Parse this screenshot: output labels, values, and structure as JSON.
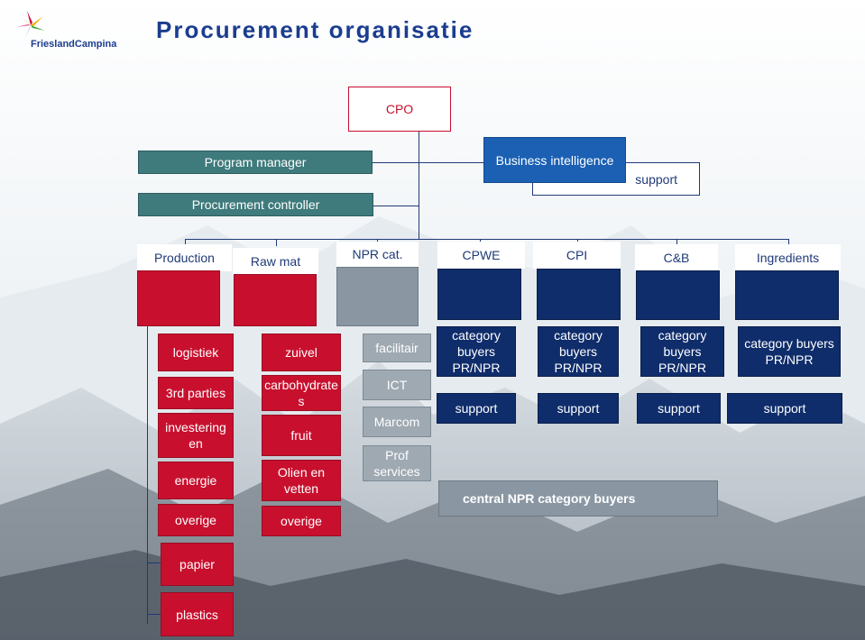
{
  "title": "Procurement organisatie",
  "logo": {
    "text": "FrieslandCampina",
    "colors": [
      "#c8102e",
      "#1b60b3",
      "#f2a900",
      "#3aa935"
    ]
  },
  "top": {
    "cpo": "CPO",
    "program_manager": "Program manager",
    "procurement_controller": "Procurement controller",
    "business_intelligence": "Business intelligence",
    "support": "support"
  },
  "categories": [
    "Production",
    "Raw mat",
    "NPR cat.",
    "CPWE",
    "CPI",
    "C&B",
    "Ingredients"
  ],
  "production": [
    "logistiek",
    "3rd parties",
    "investering en",
    "energie",
    "overige",
    "papier",
    "plastics"
  ],
  "rawmat": [
    "zuivel",
    "carbohydrate s",
    "fruit",
    "Olien en vetten",
    "overige"
  ],
  "npr": [
    "facilitair",
    "ICT",
    "Marcom",
    "Prof services"
  ],
  "buyers": [
    "category buyers PR/NPR",
    "category buyers PR/NPR",
    "category buyers PR/NPR",
    "category buyers PR/NPR"
  ],
  "buyer_support": [
    "support",
    "support",
    "support",
    "support"
  ],
  "central": "central NPR category buyers",
  "colors": {
    "red": "#c8102e",
    "navy": "#0f2d6b",
    "teal": "#3f7a7c",
    "blue": "#1b60b3",
    "gray": "#8a97a3"
  }
}
